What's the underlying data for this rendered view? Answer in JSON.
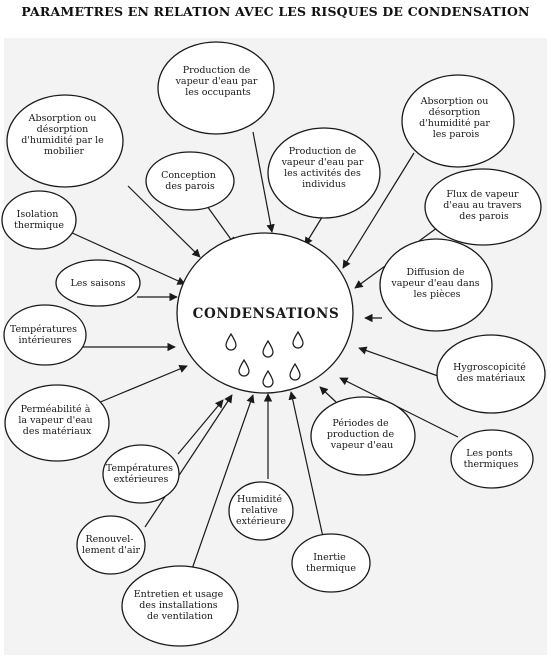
{
  "title": "PARAMETRES EN RELATION AVEC LES RISQUES DE CONDENSATION",
  "center_label": "CONDENSATIONS",
  "factors": {
    "occupants": [
      "Production de",
      "vapeur d'eau par",
      "les occupants"
    ],
    "mobilier": [
      "Absorption ou",
      "désorption",
      "d'humidité par le",
      "mobilier"
    ],
    "parois_abs": [
      "Absorption ou",
      "désorption",
      "d'humidité par",
      "les parois"
    ],
    "activites": [
      "Production de",
      "vapeur d'eau par",
      "les activités des",
      "individus"
    ],
    "conception": [
      "Conception",
      "des parois"
    ],
    "isolation": [
      "Isolation",
      "thermique"
    ],
    "flux": [
      "Flux de vapeur",
      "d'eau au travers",
      "des parois"
    ],
    "saisons": [
      "Les saisons"
    ],
    "diffusion": [
      "Diffusion de",
      "vapeur d'eau dans",
      "les pièces"
    ],
    "temp_int": [
      "Températures",
      "intérieures"
    ],
    "hygro": [
      "Hygroscopicité",
      "des matériaux"
    ],
    "permeabilite": [
      "Perméabilité à",
      "la vapeur d'eau",
      "des matériaux"
    ],
    "periodes": [
      "Périodes de",
      "production de",
      "vapeur d'eau"
    ],
    "ponts": [
      "Les ponts",
      "thermiques"
    ],
    "temp_ext": [
      "Températures",
      "extérieures"
    ],
    "humidite": [
      "Humidité",
      "relative",
      "extérieure"
    ],
    "renouvellement": [
      "Renouvel-",
      "lement d'air"
    ],
    "inertie": [
      "Inertie",
      "thermique"
    ],
    "entretien": [
      "Entretien et usage",
      "des installations",
      "de ventilation"
    ]
  }
}
